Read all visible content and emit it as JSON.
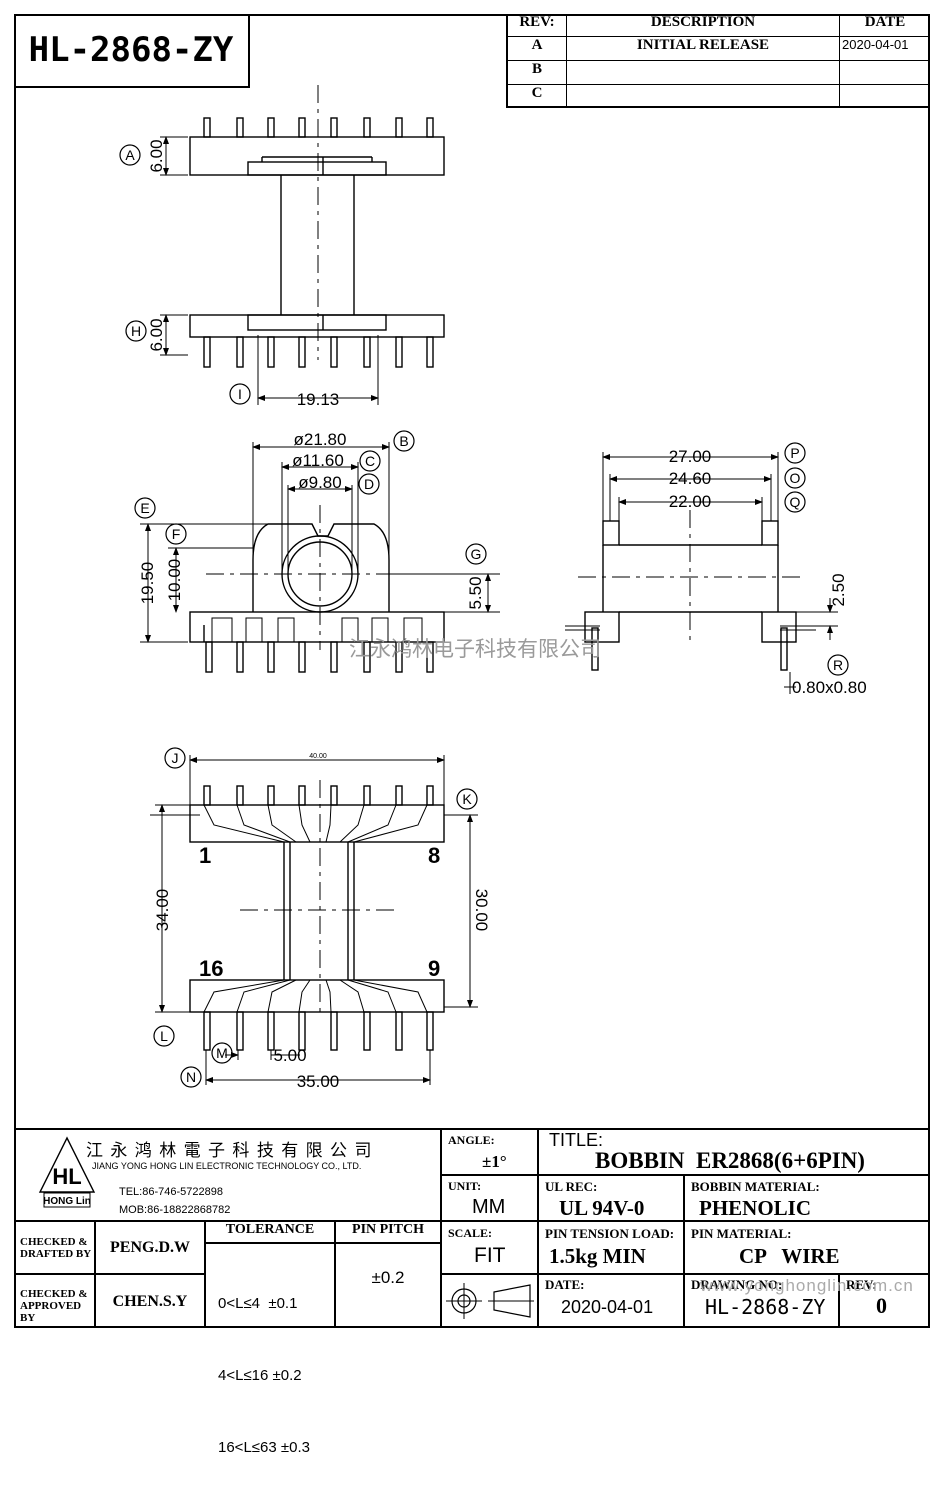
{
  "part_number_box": "HL-2868-ZY",
  "revision_table": {
    "headers": {
      "rev": "REV:",
      "description": "DESCRIPTION",
      "date": "DATE"
    },
    "rows": [
      {
        "rev": "A",
        "description": "INITIAL RELEASE",
        "date": "2020-04-01"
      },
      {
        "rev": "B",
        "description": "",
        "date": ""
      },
      {
        "rev": "C",
        "description": "",
        "date": ""
      }
    ]
  },
  "views": {
    "side": {
      "label_a": "A",
      "label_h": "H",
      "label_i": "I",
      "dim_a": "6.00",
      "dim_h": "6.00",
      "dim_i": "19.13"
    },
    "front": {
      "label_b": "B",
      "label_c": "C",
      "label_d": "D",
      "label_e": "E",
      "label_f": "F",
      "label_g": "G",
      "dim_b": "ø21.80",
      "dim_c": "ø11.60",
      "dim_d": "ø9.80",
      "dim_e": "19.50",
      "dim_f": "10.00",
      "dim_g": "5.50"
    },
    "right": {
      "label_p": "P",
      "label_o": "O",
      "label_q": "Q",
      "label_r": "R",
      "dim_p": "27.00",
      "dim_o": "24.60",
      "dim_q": "22.00",
      "dim_height": "2.50",
      "dim_r": "0.80x0.80"
    },
    "bottom": {
      "label_j": "J",
      "label_k": "K",
      "label_l": "L",
      "label_m": "M",
      "label_n": "N",
      "dim_j": "40.00",
      "dim_left": "34.00",
      "dim_right": "30.00",
      "dim_m": "5.00",
      "dim_n": "35.00",
      "pin_1": "1",
      "pin_8": "8",
      "pin_16": "16",
      "pin_9": "9"
    }
  },
  "watermark": "江永鸿林电子科技有限公司",
  "title_block": {
    "company_cn": "江 永 鸿 林 電 子 科 技 有 限 公 司",
    "company_en": "JIANG YONG HONG LIN ELECTRONIC TECHNOLOGY CO., LTD.",
    "logo_text": "HL",
    "logo_sub": "HONG Lin",
    "tel": "TEL:86-746-5722898",
    "mob": "MOB:86-18822868782",
    "angle_label": "ANGLE:",
    "angle_value": "±1°",
    "title_label": "TITLE:",
    "title_value": "BOBBIN  ER2868(6+6PIN)",
    "unit_label": "UNIT:",
    "unit_value": "MM",
    "ul_label": "UL REC:",
    "ul_value": "UL 94V-0",
    "bobbin_material_label": "BOBBIN MATERIAL:",
    "bobbin_material_value": "PHENOLIC",
    "checked_drafted_label_1": "CHECKED &",
    "checked_drafted_label_2": "DRAFTED BY",
    "checked_drafted_value": "PENG.D.W",
    "checked_approved_label_1": "CHECKED &",
    "checked_approved_label_2": "APPROVED BY",
    "checked_approved_value": "CHEN.S.Y",
    "tolerance_label": "TOLERANCE",
    "tolerance_rows": [
      "0<L≤4  ±0.1",
      "4<L≤16 ±0.2",
      "16<L≤63 ±0.3"
    ],
    "pin_pitch_label": "PIN PITCH",
    "pin_pitch_value": "±0.2",
    "scale_label": "SCALE:",
    "scale_value": "FIT",
    "pin_tension_label": "PIN TENSION LOAD:",
    "pin_tension_value": "1.5kg MIN",
    "pin_material_label": "PIN MATERIAL:",
    "pin_material_value": "CP   WIRE",
    "date_label": "DATE:",
    "date_value": "2020-04-01",
    "drawing_no_label": "DRAWING NO:",
    "drawing_no_value": "HL-2868-ZY",
    "rev_label": "REV:",
    "rev_value": "0",
    "url_watermark": "www.yonghonglin.com.cn"
  }
}
